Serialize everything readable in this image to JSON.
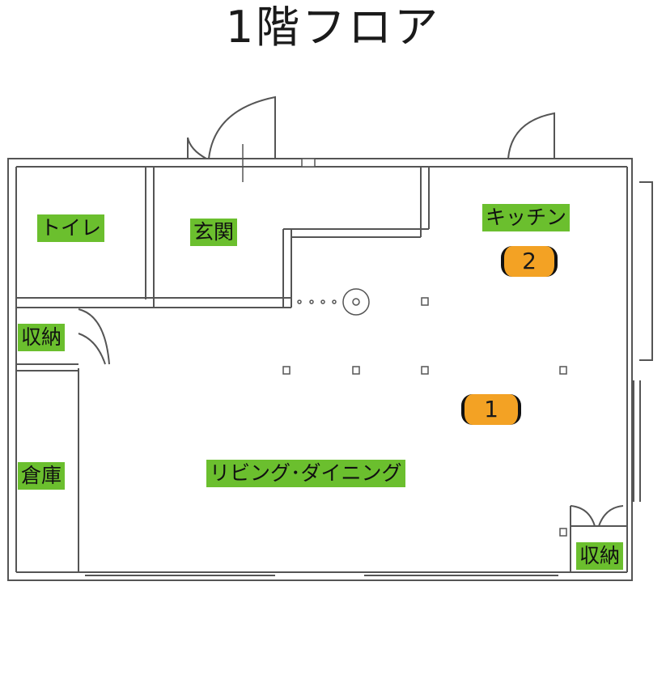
{
  "title": "1階フロア",
  "rooms": {
    "toilet": "トイレ",
    "entrance": "玄関",
    "kitchen": "キッチン",
    "storage_left": "収納",
    "warehouse": "倉庫",
    "living_dining": "リビング･ダイニング",
    "storage_right": "収納"
  },
  "markers": {
    "living_number": "1",
    "kitchen_number": "2"
  },
  "colors": {
    "label_bg": "#6bbf2e",
    "marker_bg": "#f3a224",
    "wall": "#555555"
  }
}
